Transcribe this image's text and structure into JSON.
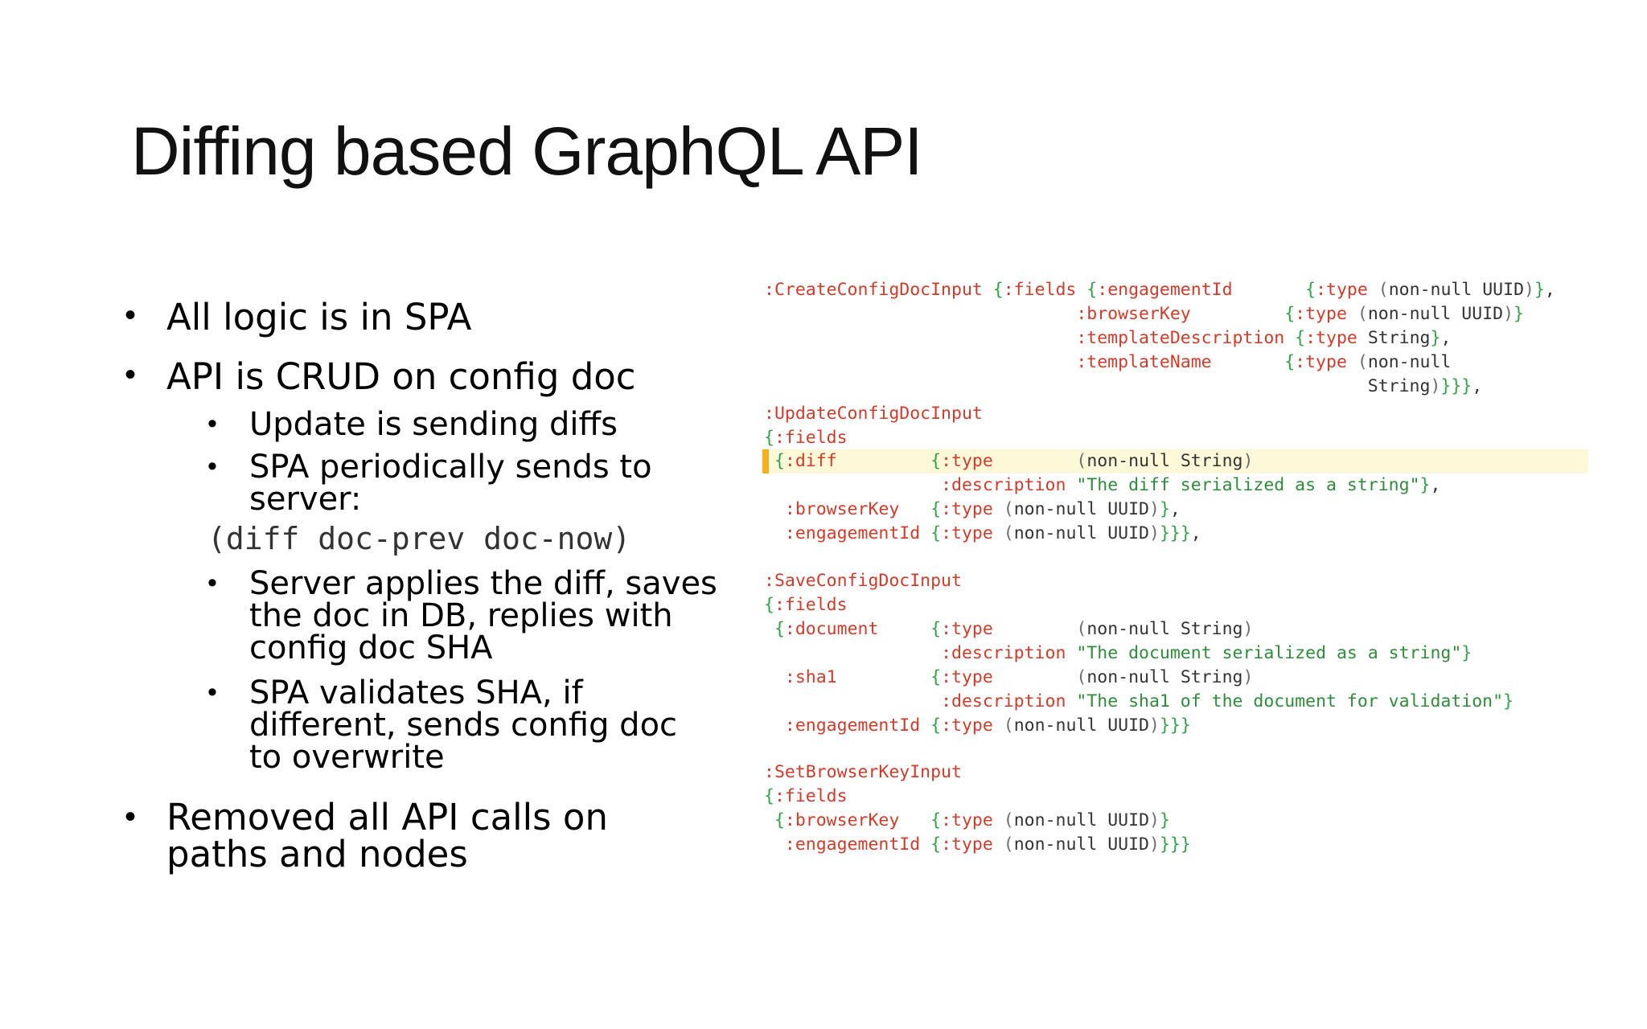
{
  "slide": {
    "title": "Diffing based GraphQL API",
    "bullets": [
      {
        "text": "All logic is in SPA"
      },
      {
        "text": "API is CRUD on config doc"
      },
      {
        "text": "Removed all API calls on",
        "text2": "paths and nodes"
      }
    ],
    "sub_bullets": [
      {
        "lines": [
          "Update is sending diffs"
        ]
      },
      {
        "lines": [
          "SPA periodically sends to",
          "server:"
        ]
      },
      {
        "lines": [
          "Server applies the diff, saves",
          "the doc in DB, replies with",
          "config doc SHA"
        ]
      },
      {
        "lines": [
          "SPA validates SHA, if",
          "different, sends config doc",
          "to overwrite"
        ]
      }
    ],
    "code_inline": "(diff doc-prev doc-now)",
    "bullet_glyph": "•"
  },
  "code_block": {
    "highlight_color": "#fdf9d8",
    "marker_color": "#f2b21c",
    "keyword_color": "#d23b2a",
    "string_color": "#2f8c3a",
    "lines": [
      ":CreateConfigDocInput {:fields {:engagementId       {:type (non-null UUID)},",
      "                              :browserKey         {:type (non-null UUID)}",
      "                              :templateDescription {:type String},",
      "                              :templateName       {:type (non-null",
      "                                                          String)}}},",
      ":UpdateConfigDocInput",
      "{:fields",
      " {:diff         {:type        (non-null String)",
      "                 :description \"The diff serialized as a string\"},",
      "  :browserKey   {:type (non-null UUID)},",
      "  :engagementId {:type (non-null UUID)}}},",
      ":SaveConfigDocInput",
      "{:fields",
      " {:document     {:type        (non-null String)",
      "                 :description \"The document serialized as a string\"}",
      "  :sha1         {:type        (non-null String)",
      "                 :description \"The sha1 of the document for validation\"}",
      "  :engagementId {:type (non-null UUID)}}}",
      ":SetBrowserKeyInput",
      "{:fields",
      " {:browserKey   {:type (non-null UUID)}",
      "  :engagementId {:type (non-null UUID)}}}"
    ]
  }
}
